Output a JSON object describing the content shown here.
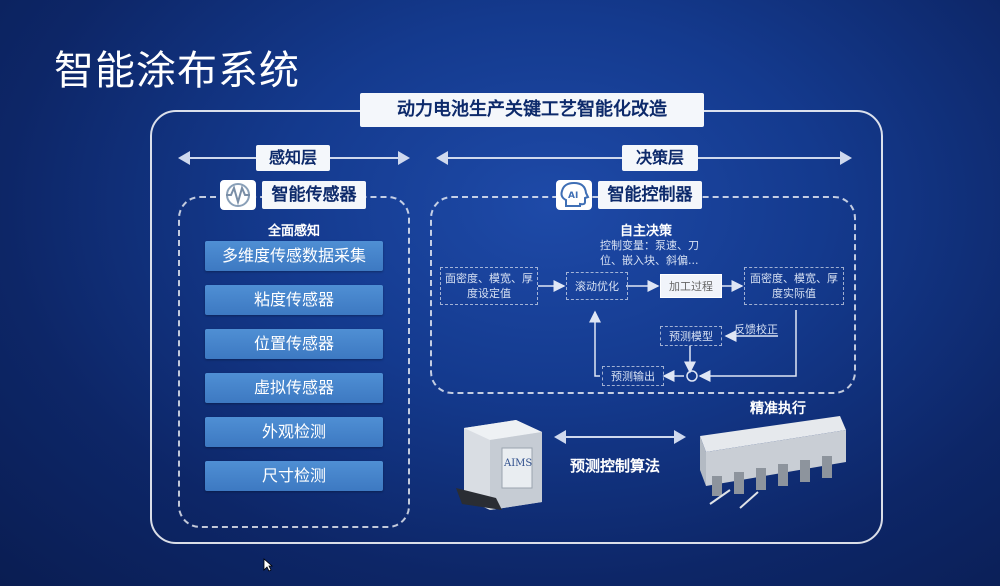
{
  "title": "智能涂布系统",
  "banner": "动力电池生产关键工艺智能化改造",
  "perception": {
    "layer_label": "感知层",
    "chip_label": "智能传感器",
    "sub_label": "全面感知",
    "items": [
      "多维度传感数据采集",
      "粘度传感器",
      "位置传感器",
      "虚拟传感器",
      "外观检测",
      "尺寸检测"
    ]
  },
  "decision": {
    "layer_label": "决策层",
    "chip_label": "智能控制器",
    "icon_text": "AI",
    "sub_label": "自主决策",
    "control_vars": "控制变量：泵速、刀位、嵌入块、斜偏...",
    "nodes": {
      "setpoint": "面密度、模宽、厚度设定值",
      "rolling": "滚动优化",
      "process": "加工过程",
      "actual": "面密度、模宽、厚度实际值",
      "model": "预测模型",
      "feedback": "反馈校正",
      "output": "预测输出"
    },
    "algorithm_label": "预测控制算法",
    "execution_label": "精准执行",
    "device_label": "AIMS"
  }
}
